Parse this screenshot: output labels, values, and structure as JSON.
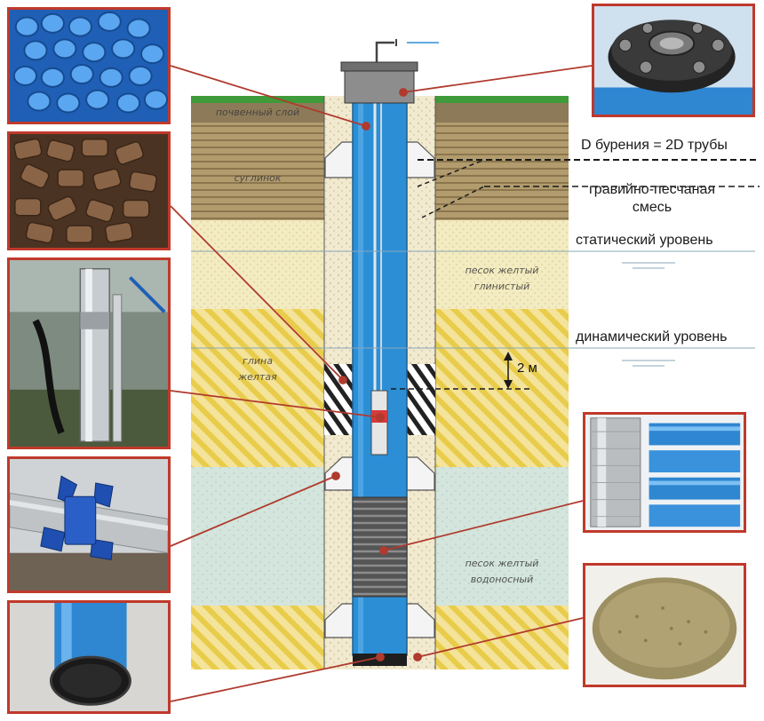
{
  "labels": {
    "drilling_diameter": "D бурения = 2D трубы",
    "gravel_sand_line1": "гравийно-песчаная",
    "gravel_sand_line2": "смесь",
    "static_level": "статический уровень",
    "dynamic_level": "динамический уровень",
    "gap": "2 м"
  },
  "soil_layers": {
    "topsoil": "почвенный слой",
    "loam": "суглинок",
    "sand_clayey_1": "песок желтый",
    "sand_clayey_2": "глинистый",
    "clay_1": "глина",
    "clay_2": "желтая",
    "aquifer_1": "песок желтый",
    "aquifer_2": "водоносный"
  },
  "photos": [
    {
      "id": "blue-pipes-photo",
      "subject": "plastic casing pipes"
    },
    {
      "id": "clay-pellets-photo",
      "subject": "bentonite clay"
    },
    {
      "id": "submersible-pump-photo",
      "subject": "submersible pump"
    },
    {
      "id": "centralizer-photo",
      "subject": "pipe centralizer"
    },
    {
      "id": "pipe-bottom-photo",
      "subject": "pipe bottom"
    },
    {
      "id": "well-cap-photo",
      "subject": "well head cap"
    },
    {
      "id": "filter-pipes-photo",
      "subject": "filter pipes"
    },
    {
      "id": "gravel-sand-photo",
      "subject": "gravel-sand mix"
    }
  ],
  "colors": {
    "pipe": "#2c8fd6",
    "pointer": "#c0392b",
    "loam": "#a89166",
    "sand": "#f2e6b0",
    "clay": "#f0d875",
    "aquifer": "#cfe2da",
    "grass": "#3f9a3a"
  }
}
